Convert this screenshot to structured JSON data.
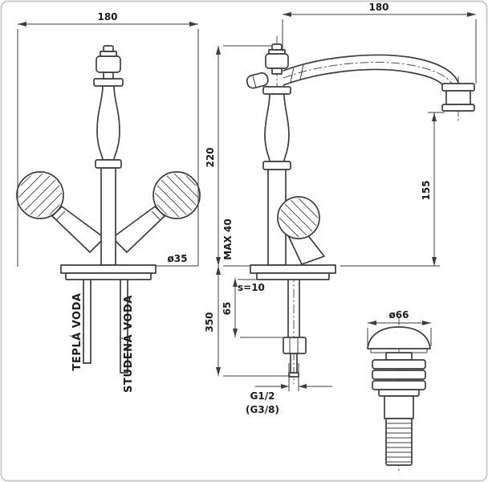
{
  "meta": {
    "type": "technical-drawing",
    "subject": "two-handle-basin-mixer-faucet-with-drain",
    "line_color": "#3d3d3d",
    "frame_color": "#cccccc"
  },
  "front_view": {
    "width_dim": "180",
    "hole_dia": "ø35",
    "hot_water_label": "TEPLÁ VODA",
    "cold_water_label": "STUDENÁ VODA"
  },
  "side_view": {
    "width_dim": "180",
    "height_dim": "220",
    "spout_height_dim": "155",
    "max_deck_label": "MAX 40",
    "plate_thickness_label": "s=10",
    "shank_dim": "65",
    "hose_length_dim": "350",
    "thread_label": "G1/2",
    "thread_alt_label": "(G3/8)"
  },
  "drain_view": {
    "cap_dia": "ø66"
  }
}
